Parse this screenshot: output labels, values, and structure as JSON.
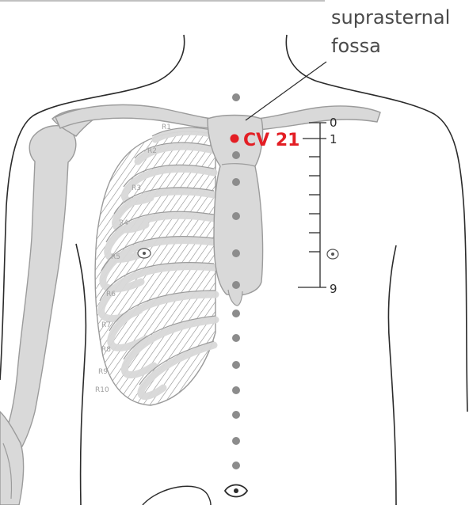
{
  "annotation": {
    "line1": "suprasternal",
    "line2": "fossa"
  },
  "acupoint": {
    "label": "CV 21",
    "color": "#e31e24"
  },
  "scale": {
    "top_label": "0",
    "point_label": "1",
    "bottom_label": "9"
  },
  "ribs": [
    "R1",
    "R2",
    "R3",
    "R4",
    "R5",
    "R6",
    "R7",
    "R8",
    "R9",
    "R10"
  ],
  "colors": {
    "outline": "#2b2b2b",
    "bone_fill": "#d9d9d9",
    "bone_stroke": "#9b9b9b",
    "dot": "#8c8c8c"
  }
}
